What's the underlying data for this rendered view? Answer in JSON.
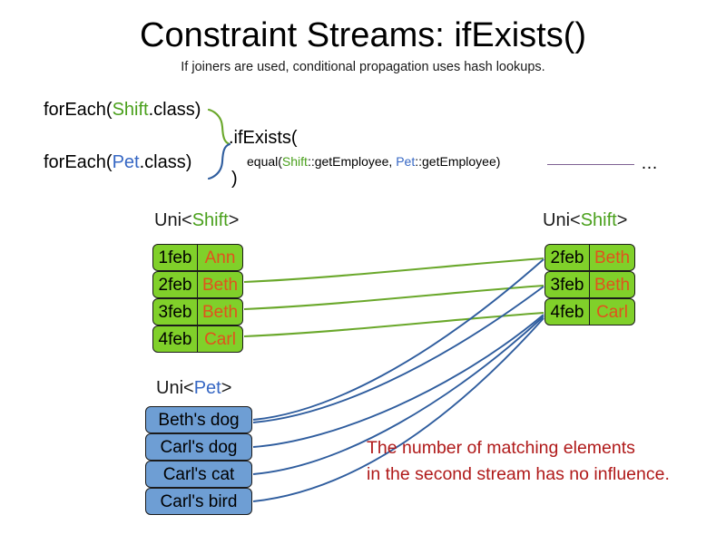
{
  "header": {
    "title": "Constraint Streams: ifExists()",
    "subtitle": "If joiners are used, conditional propagation uses hash lookups."
  },
  "code": {
    "foreach_shift_prefix": "forEach(",
    "foreach_shift_type": "Shift",
    "foreach_shift_suffix": ".class)",
    "foreach_pet_prefix": "forEach(",
    "foreach_pet_type": "Pet",
    "foreach_pet_suffix": ".class)",
    "if_exists": ".ifExists(",
    "equal_prefix": "equal(",
    "equal_shift_type": "Shift",
    "equal_shift_method": "::getEmployee, ",
    "equal_pet_type": "Pet",
    "equal_pet_method": "::getEmployee)",
    "close_paren": ")",
    "ellipsis": "…"
  },
  "streams": {
    "shift_left": {
      "label_prefix": "Uni<",
      "label_type": "Shift",
      "label_suffix": ">",
      "rows": [
        {
          "date": "1feb",
          "name": "Ann"
        },
        {
          "date": "2feb",
          "name": "Beth"
        },
        {
          "date": "3feb",
          "name": "Beth"
        },
        {
          "date": "4feb",
          "name": "Carl"
        }
      ]
    },
    "shift_right": {
      "label_prefix": "Uni<",
      "label_type": "Shift",
      "label_suffix": ">",
      "rows": [
        {
          "date": "2feb",
          "name": "Beth"
        },
        {
          "date": "3feb",
          "name": "Beth"
        },
        {
          "date": "4feb",
          "name": "Carl"
        }
      ]
    },
    "pet": {
      "label_prefix": "Uni<",
      "label_type": "Pet",
      "label_suffix": ">",
      "rows": [
        {
          "text": "Beth's dog"
        },
        {
          "text": "Carl's dog"
        },
        {
          "text": "Carl's cat"
        },
        {
          "text": "Carl's bird"
        }
      ]
    }
  },
  "annotation": {
    "line1": "The number of matching elements",
    "line2": "in the second stream has no influence."
  },
  "colors": {
    "shift_green": "#80d02a",
    "shift_type_text": "#4aa01c",
    "pet_blue": "#6e9ed4",
    "pet_type_text": "#3667c4",
    "name_text": "#e1521d",
    "annotation_red": "#b01a1a",
    "green_wire": "#6aa82b",
    "blue_wire": "#2f5d9e",
    "tail_line": "#7d5f92"
  }
}
